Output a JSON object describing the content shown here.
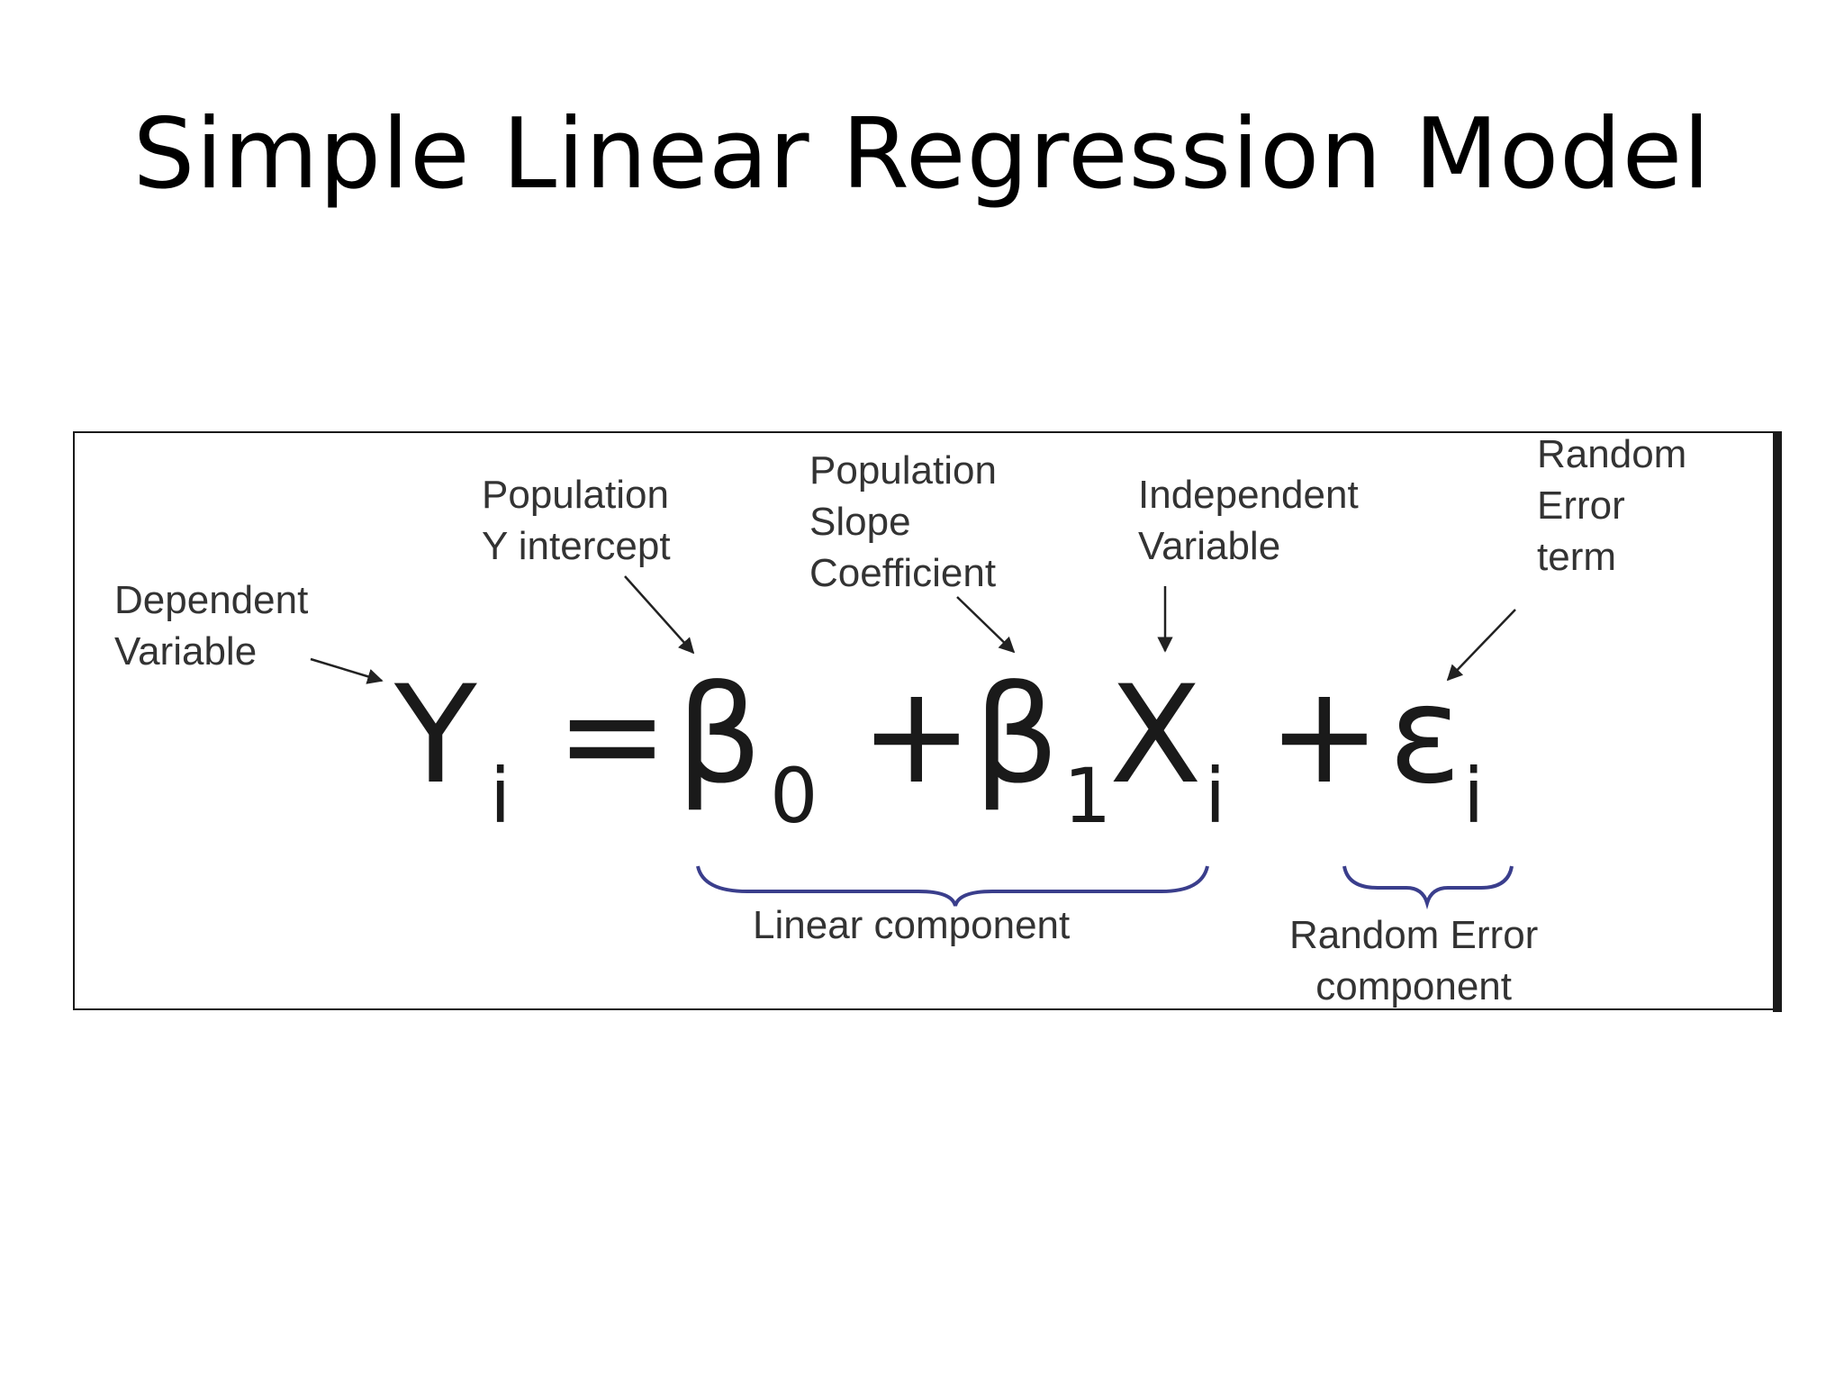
{
  "title": "Simple Linear Regression Model",
  "labels": {
    "dependent": "Dependent\nVariable",
    "intercept": "Population\nY  intercept",
    "slope": "Population\nSlope\nCoefficient",
    "independent": "Independent\nVariable",
    "error_term": "Random\nError\nterm",
    "linear_component": "Linear component",
    "random_error_component": "Random Error\ncomponent"
  },
  "equation": {
    "Y": "Y",
    "Y_sub": "i",
    "equals": "=",
    "beta0": "β",
    "beta0_sub": "0",
    "plus1": "+",
    "beta1": "β",
    "beta1_sub": "1",
    "X": "X",
    "X_sub": "i",
    "plus2": "+",
    "epsilon": "ε",
    "epsilon_sub": "i"
  },
  "colors": {
    "brace": "#3a3e8c",
    "text": "#333333",
    "equation": "#1a1a1a"
  }
}
